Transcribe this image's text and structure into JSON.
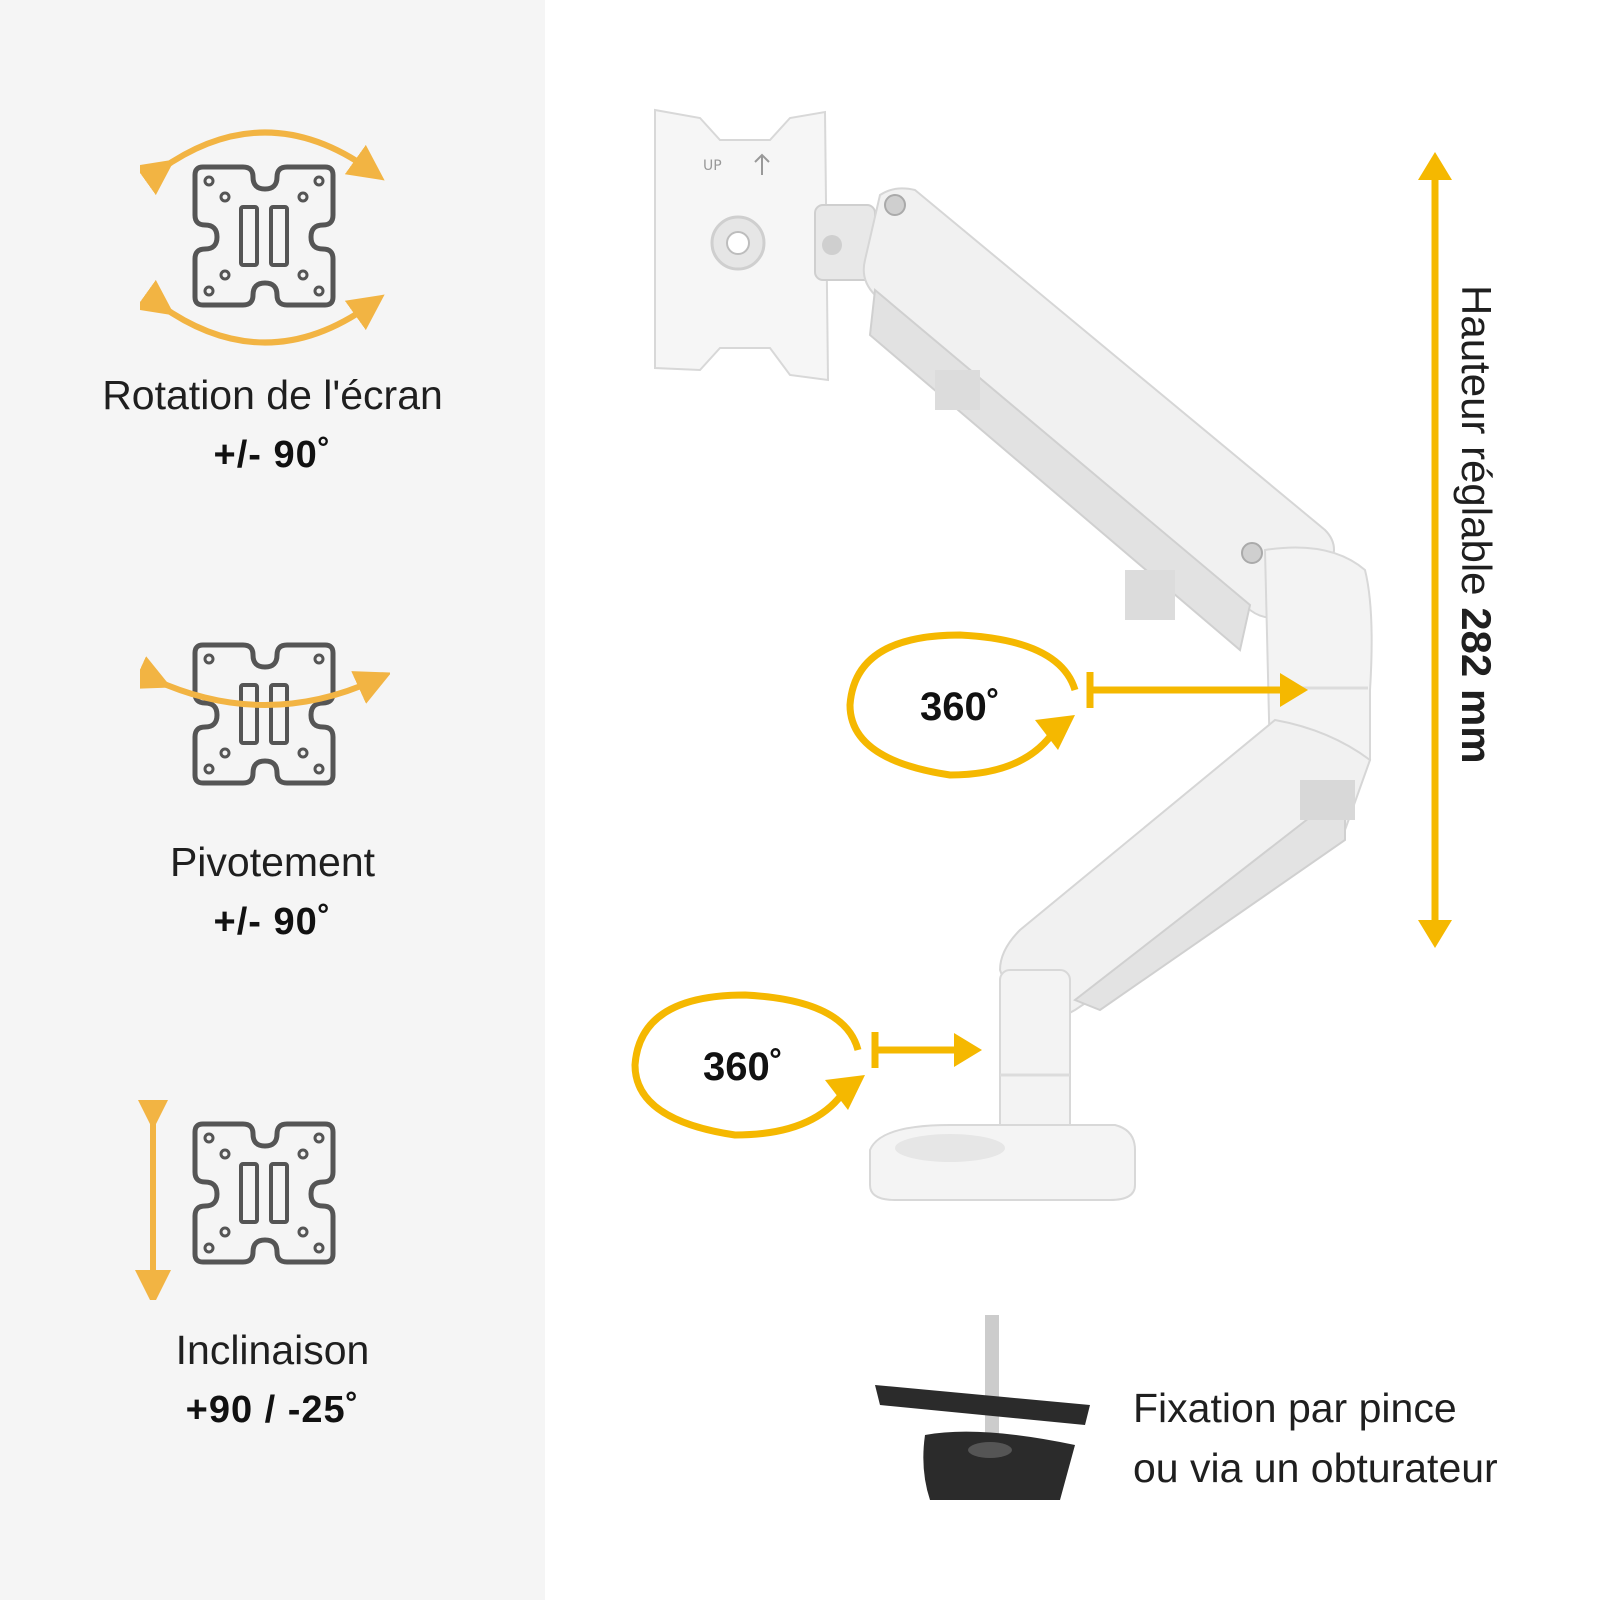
{
  "colors": {
    "accent": "#f5b800",
    "arrow_light": "#f2b443",
    "icon_stroke": "#555555",
    "panel_bg": "#f5f5f5",
    "product": "#f2f2f2"
  },
  "features": [
    {
      "label": "Rotation de l'écran",
      "value": "+/- 90˚",
      "icon": "screen-rotation-icon"
    },
    {
      "label": "Pivotement",
      "value": "+/- 90˚",
      "icon": "swivel-icon"
    },
    {
      "label": "Inclinaison",
      "value": "+90 / -25˚",
      "icon": "tilt-icon"
    }
  ],
  "rotations": {
    "upper": "360˚",
    "lower": "360˚"
  },
  "height": {
    "prefix": "Hauteur réglable ",
    "value": "282 mm"
  },
  "clamp": {
    "line1": "Fixation par pince",
    "line2": "ou via un obturateur"
  }
}
